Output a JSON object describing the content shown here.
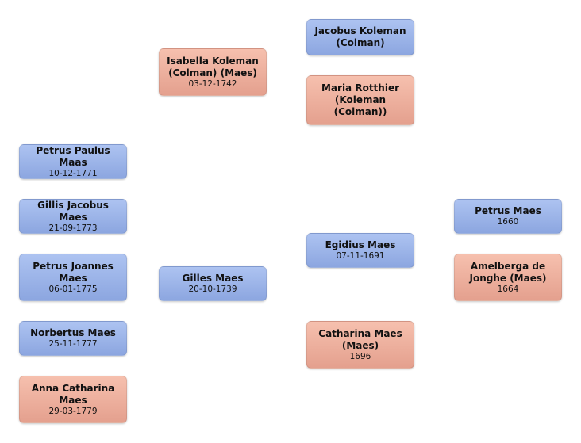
{
  "people": {
    "petrus_paulus": {
      "name": "Petrus Paulus Maas",
      "date": "10-12-1771"
    },
    "gillis_jacobus": {
      "name": "Gillis Jacobus Maes",
      "date": "21-09-1773"
    },
    "petrus_joannes": {
      "name": "Petrus Joannes Maes",
      "date": "06-01-1775"
    },
    "norbertus": {
      "name": "Norbertus Maes",
      "date": "25-11-1777"
    },
    "anna_catharina": {
      "name": "Anna Catharina Maes",
      "date": "29-03-1779"
    },
    "isabella": {
      "name": "Isabella Koleman (Colman) (Maes)",
      "date": "03-12-1742"
    },
    "gilles": {
      "name": "Gilles Maes",
      "date": "20-10-1739"
    },
    "jacobus": {
      "name": "Jacobus Koleman (Colman)",
      "date": ""
    },
    "maria": {
      "name": "Maria Rotthier (Koleman (Colman))",
      "date": ""
    },
    "egidius": {
      "name": "Egidius Maes",
      "date": "07-11-1691"
    },
    "catharina": {
      "name": "Catharina Maes (Maes)",
      "date": "1696"
    },
    "petrus": {
      "name": "Petrus Maes",
      "date": "1660"
    },
    "amelberga": {
      "name": "Amelberga de Jonghe (Maes)",
      "date": "1664"
    }
  },
  "colors": {
    "male": "#9db4ea",
    "female": "#efb19f"
  }
}
